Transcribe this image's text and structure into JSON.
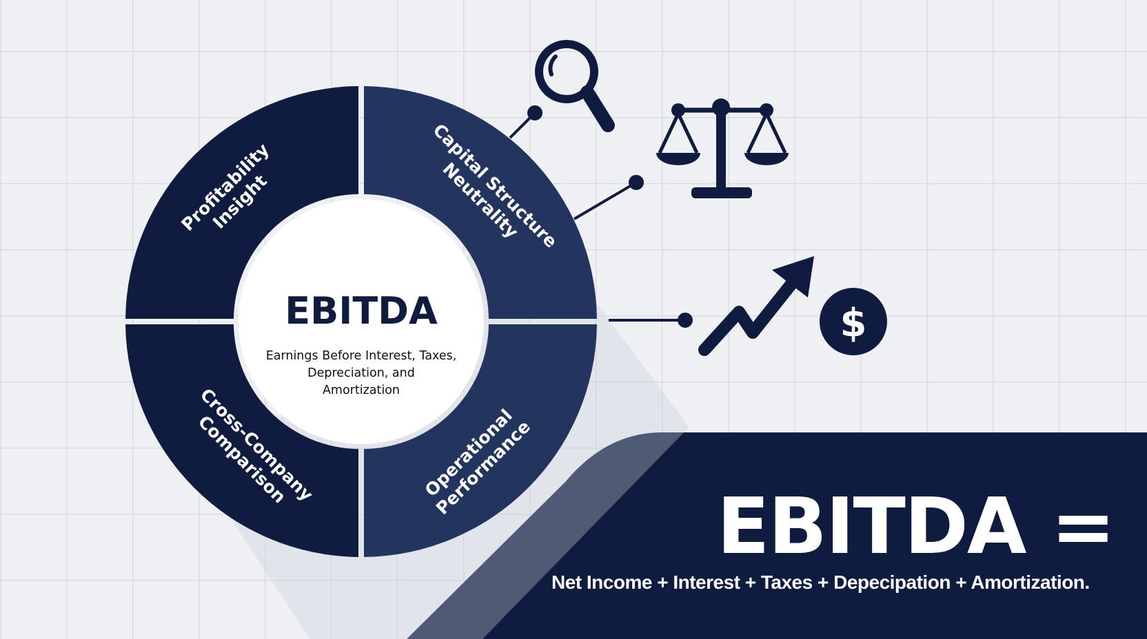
{
  "center": {
    "title": "EBITDA",
    "subtitle_lines": [
      "Earnings Before Interest, Taxes,",
      "Depreciation, and",
      "Amortization"
    ]
  },
  "segments": [
    {
      "lines": [
        "Profitability",
        "Insight"
      ]
    },
    {
      "lines": [
        "Capital Structure",
        "Neutrality"
      ]
    },
    {
      "lines": [
        "Cross-Company",
        "Comparison"
      ]
    },
    {
      "lines": [
        "Operational",
        "Performance"
      ]
    }
  ],
  "formula": {
    "title": "EBITDA =",
    "text": "Net Income + Interest + Taxes + Depecipation + Amortization."
  },
  "icons": [
    "magnifier-icon",
    "balance-scale-icon",
    "trend-up-arrow-icon",
    "dollar-coin-icon"
  ],
  "colors": {
    "navy_dark": "#0f1c3f",
    "navy_mid": "#23345f",
    "background": "#eef0f4"
  }
}
